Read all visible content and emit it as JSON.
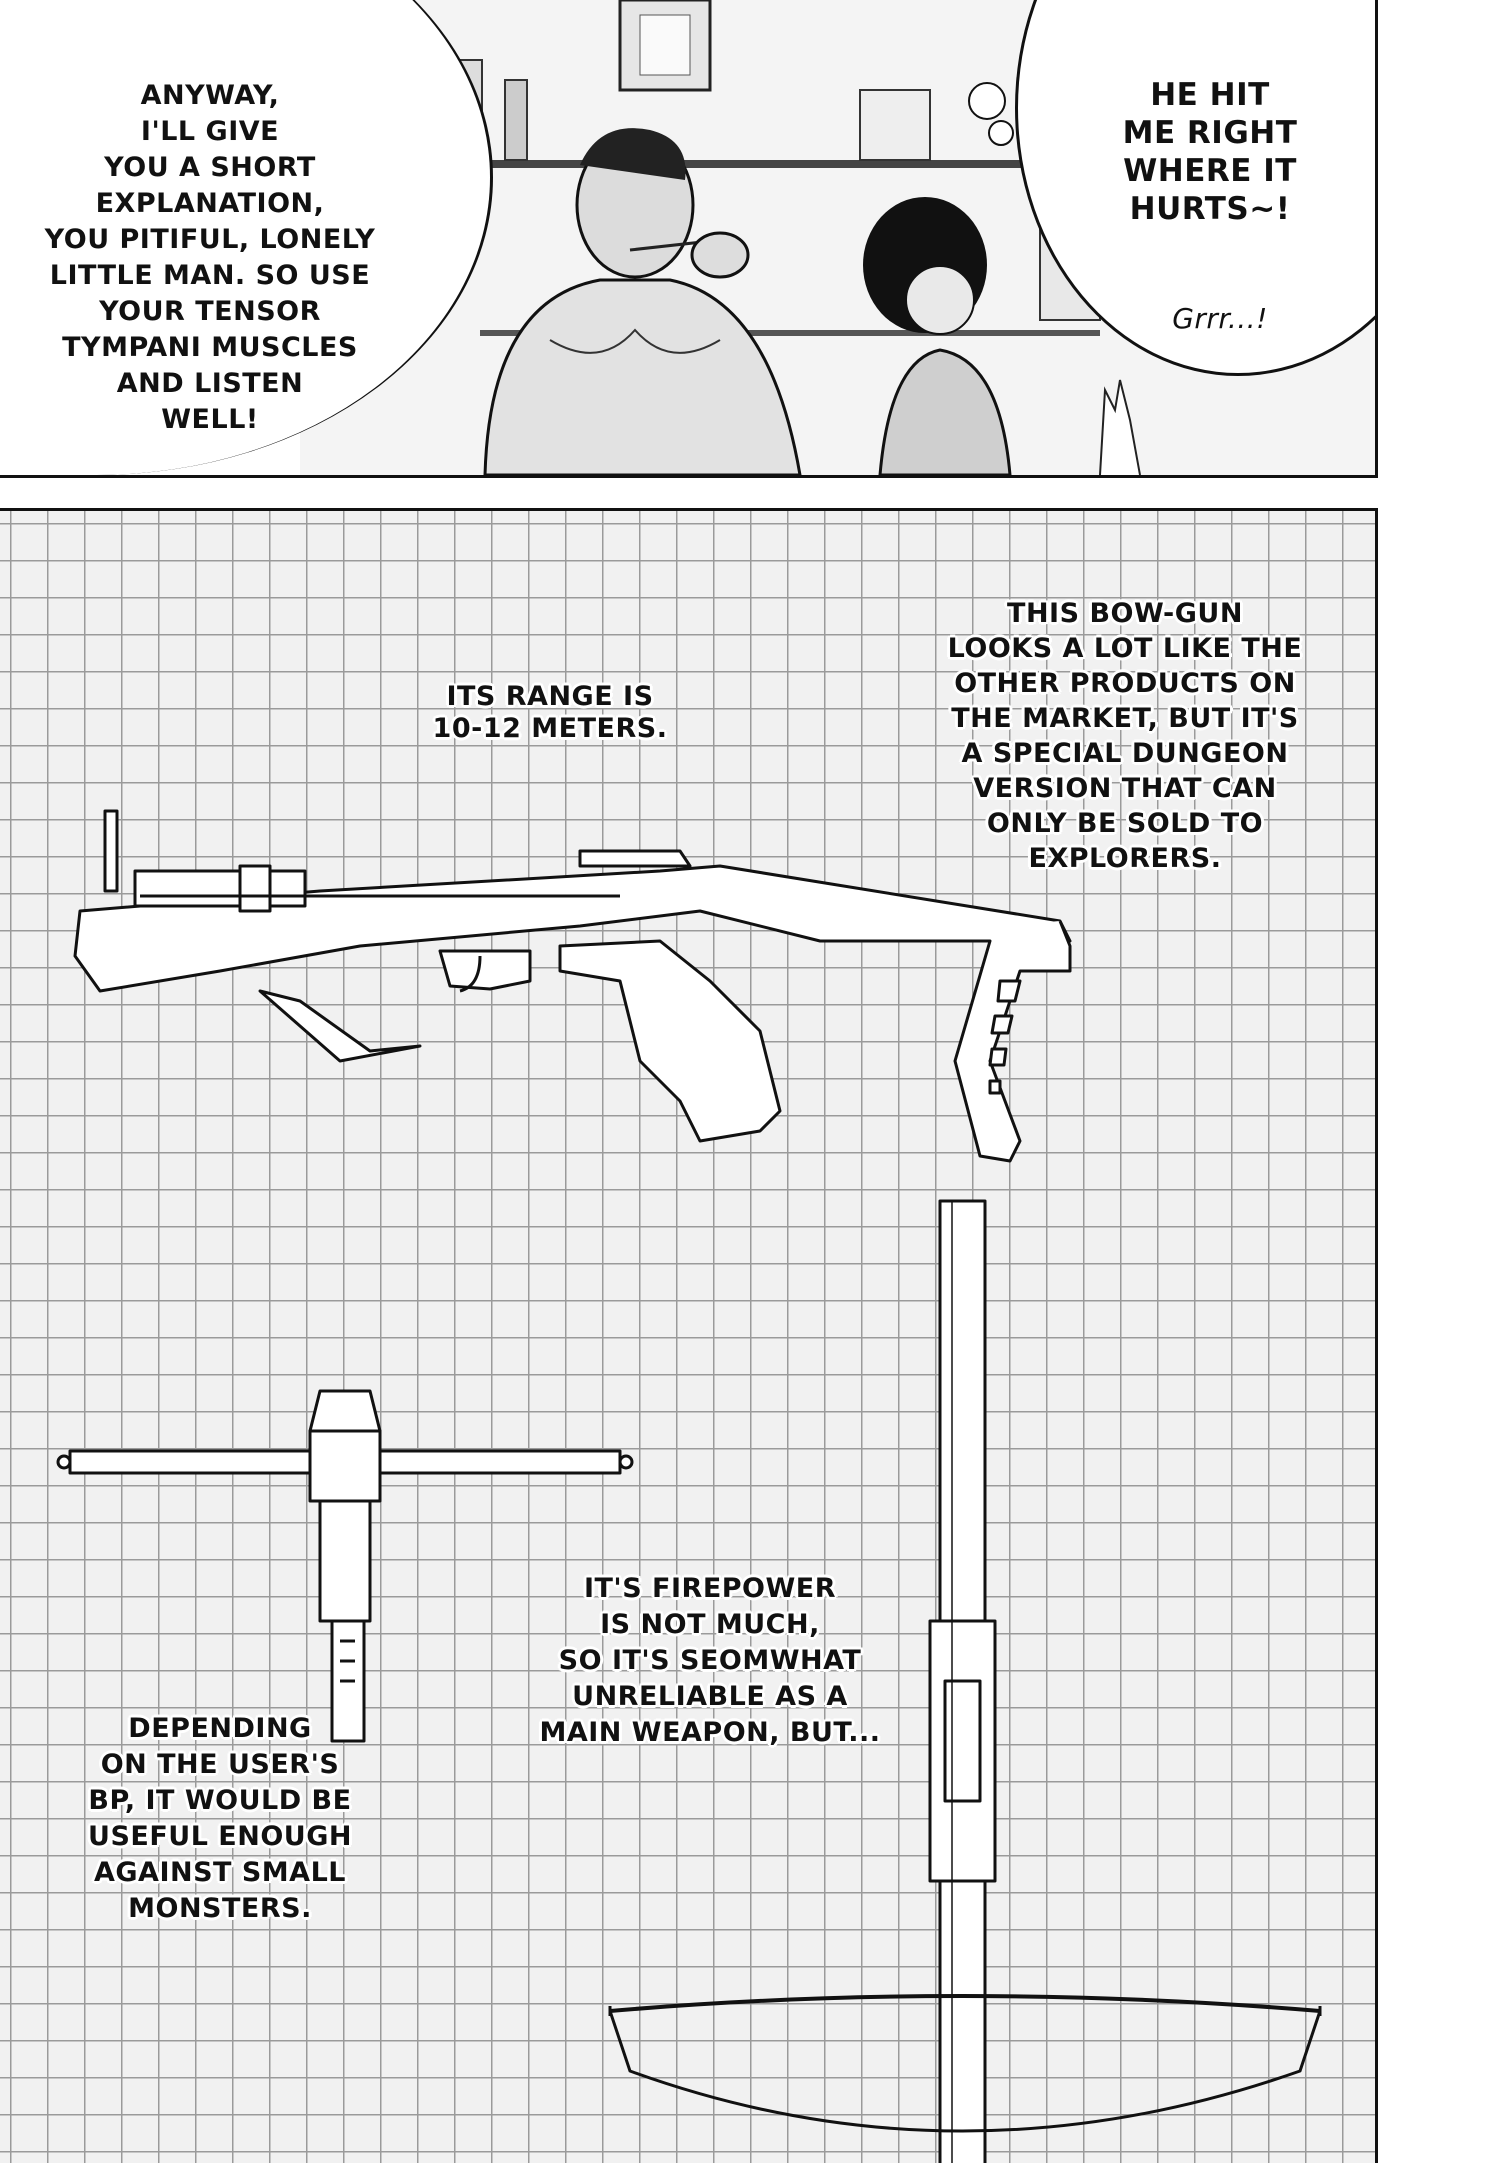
{
  "page": {
    "type": "manga-page"
  },
  "panel_top": {
    "speech_left": {
      "lines": [
        "Anyway,",
        "I'll give",
        "you a short",
        "explanation,",
        "you pitiful, lonely",
        "little man. So use",
        "your tensor",
        "tympani muscles",
        "and listen",
        "well!"
      ]
    },
    "speech_right": {
      "lines": [
        "He hit",
        "me right",
        "where it",
        "hurts~!"
      ],
      "sfx": "Grrr...!"
    }
  },
  "panel_blueprint": {
    "caption_range": {
      "lines": [
        "Its range is",
        "10-12 meters."
      ]
    },
    "caption_product": {
      "lines": [
        "This bow-gun",
        "looks a lot like the",
        "other products on",
        "the market, but it's",
        "a special dungeon",
        "version that can",
        "only be sold to",
        "explorers."
      ]
    },
    "caption_firepower": {
      "lines": [
        "It's firepower",
        "is not much,",
        "so it's seomwhat",
        "unreliable as a",
        "main weapon, but..."
      ]
    },
    "caption_depending": {
      "lines": [
        "Depending",
        "on the user's",
        "BP, it would be",
        "useful enough",
        "against small",
        "monsters."
      ]
    }
  }
}
